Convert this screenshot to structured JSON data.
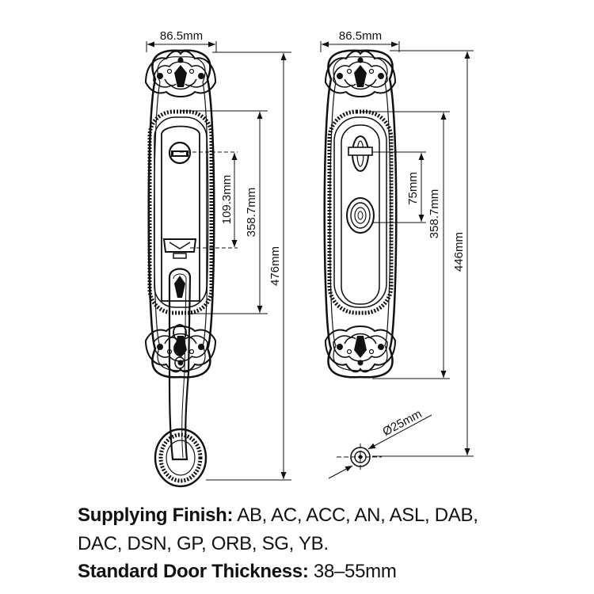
{
  "dimensions": {
    "front_width": "86.5mm",
    "back_width": "86.5mm",
    "front_key_to_thumb": "109.3mm",
    "front_plate_length": "358.7mm",
    "front_overall_height": "476mm",
    "back_turn_to_cylinder": "75mm",
    "back_plate_length": "358.7mm",
    "back_overall_height": "446mm",
    "cylinder_diameter": "Ø25mm"
  },
  "specs": {
    "finish_label": "Supplying Finish:",
    "finish_values_line1": "AB, AC, ACC, AN, ASL, DAB,",
    "finish_values_line2": "DAC, DSN, GP, ORB, SG, YB.",
    "thickness_label": "Standard Door Thickness:",
    "thickness_value": "38–55mm"
  },
  "colors": {
    "line": "#111111",
    "background": "#ffffff"
  }
}
